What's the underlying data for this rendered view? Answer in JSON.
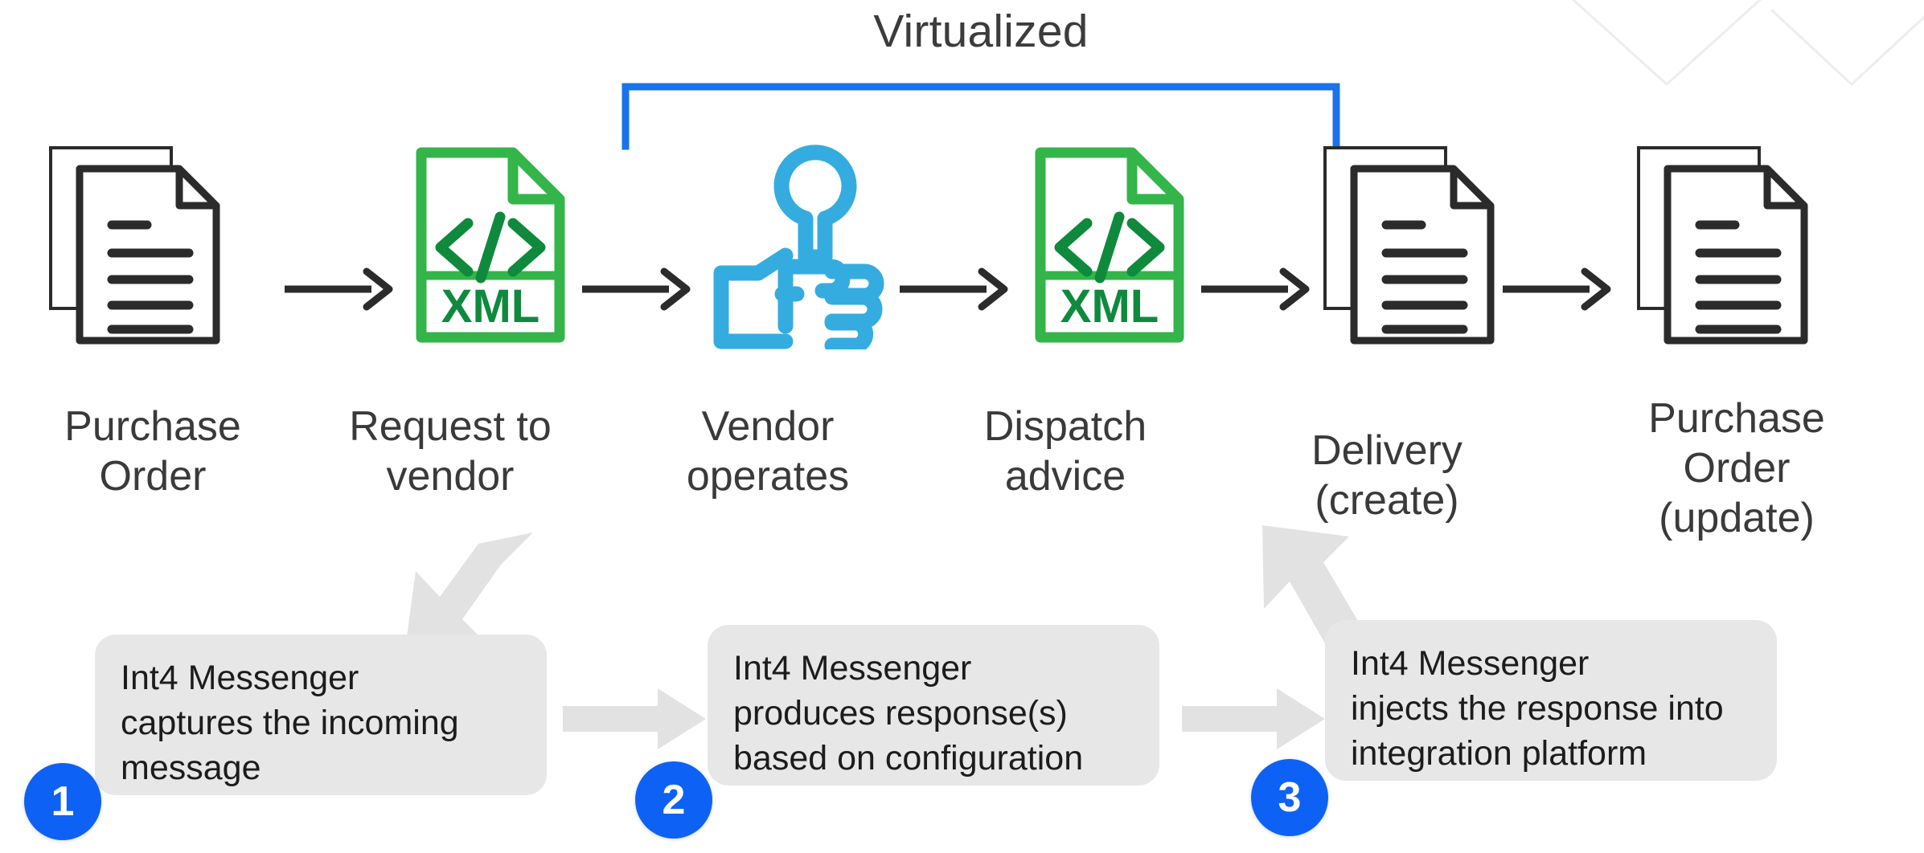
{
  "diagram": {
    "bracket_label": "Virtualized",
    "accent_blue": "#1a73e8",
    "circle_blue": "#0d62f5",
    "xml_green_outline": "#33b54a",
    "xml_green_text": "#0f8a3d",
    "wrench_blue": "#35ace0",
    "box_gray": "#e7e7e7",
    "arrow_gray": "#e2e2e2",
    "ink": "#2b2b2b",
    "nodes": [
      {
        "id": "purchase-order",
        "icon": "documents-icon",
        "label": "Purchase\nOrder"
      },
      {
        "id": "request-to-vendor",
        "icon": "xml-file-icon",
        "label": "Request\nto vendor"
      },
      {
        "id": "vendor-operates",
        "icon": "hand-wrench-icon",
        "label": "Vendor\noperates"
      },
      {
        "id": "dispatch-advice",
        "icon": "xml-file-icon",
        "label": "Dispatch\nadvice"
      },
      {
        "id": "delivery-create",
        "icon": "documents-icon",
        "label": "Delivery\n(create)"
      },
      {
        "id": "purchase-order-update",
        "icon": "documents-icon",
        "label": "Purchase\nOrder\n(update)"
      }
    ],
    "xml_file_text": "XML",
    "steps": [
      {
        "number": "1",
        "text": "Int4 Messenger\ncaptures the incoming\nmessage"
      },
      {
        "number": "2",
        "text": "Int4 Messenger\nproduces response(s)\nbased on configuration"
      },
      {
        "number": "3",
        "text": "Int4 Messenger\ninjects the response into\nintegration platform"
      }
    ]
  }
}
